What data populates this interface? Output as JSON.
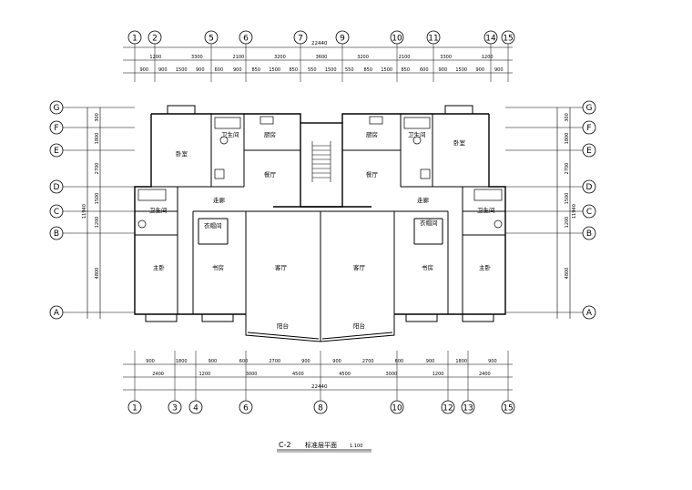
{
  "drawing": {
    "caption_code": "C-2",
    "caption_title": "标准层平面",
    "caption_scale": "1:100",
    "total_dim": "22440",
    "top_axes": [
      "1",
      "2",
      "5",
      "6",
      "7",
      "9",
      "10",
      "11",
      "14",
      "15"
    ],
    "bottom_axes": [
      "1",
      "3",
      "4",
      "6",
      "8",
      "10",
      "12",
      "13",
      "15"
    ],
    "side_axes": [
      "G",
      "F",
      "E",
      "D",
      "C",
      "B",
      "A"
    ],
    "top_dims_row1": [
      "1200",
      "3300",
      "2100",
      "3200",
      "3600",
      "3200",
      "2100",
      "3300",
      "1200"
    ],
    "top_dims_row2": [
      "900",
      "900",
      "1500",
      "900",
      "600",
      "900",
      "850",
      "1500",
      "850",
      "550",
      "1500",
      "550",
      "850",
      "1500",
      "850",
      "600",
      "900",
      "1500",
      "900",
      "900"
    ],
    "bottom_dims_row1": [
      "900",
      "1800",
      "900",
      "600",
      "2700",
      "900",
      "900",
      "2700",
      "600",
      "900",
      "1800",
      "900"
    ],
    "bottom_dims_row2": [
      "2400",
      "1200",
      "3000",
      "4500",
      "4500",
      "3000",
      "1200",
      "2400"
    ],
    "side_dims": [
      "300",
      "1800",
      "2700",
      "1500",
      "1200",
      "4800"
    ],
    "side_total": "11940",
    "rooms": {
      "bedroom_l": "卧室",
      "bedroom_r": "卧室",
      "bath_l": "卫生间",
      "bath_r": "卫生间",
      "kitchen_l": "厨房",
      "kitchen_r": "厨房",
      "dining_l": "餐厅",
      "dining_r": "餐厅",
      "corridor_l": "走廊",
      "corridor_r": "走廊",
      "bath2_l": "卫生间",
      "bath2_r": "卫生间",
      "closet_l": "衣帽间",
      "closet_r": "衣帽间",
      "master_l": "主卧",
      "master_r": "主卧",
      "study_l": "书房",
      "study_r": "书房",
      "living_l": "客厅",
      "living_r": "客厅",
      "balcony_l": "阳台",
      "balcony_r": "阳台"
    }
  },
  "colors": {
    "line": "#000000",
    "paper": "#ffffff"
  }
}
